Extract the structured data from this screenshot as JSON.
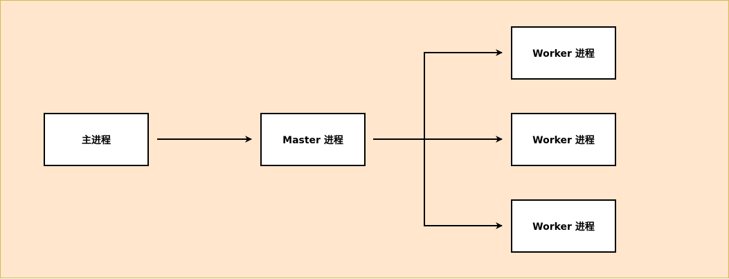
{
  "colors": {
    "background": "#ffe6cc",
    "frame_border": "#d6b656",
    "node_fill": "#ffffff",
    "stroke": "#000000"
  },
  "nodes": {
    "main": {
      "label": "主进程"
    },
    "master": {
      "label": "Master 进程"
    },
    "workers": [
      {
        "label": "Worker 进程"
      },
      {
        "label": "Worker 进程"
      },
      {
        "label": "Worker 进程"
      }
    ]
  },
  "edges": [
    {
      "from": "main",
      "to": "master"
    },
    {
      "from": "master",
      "to": "worker-1"
    },
    {
      "from": "master",
      "to": "worker-2"
    },
    {
      "from": "master",
      "to": "worker-3"
    }
  ]
}
